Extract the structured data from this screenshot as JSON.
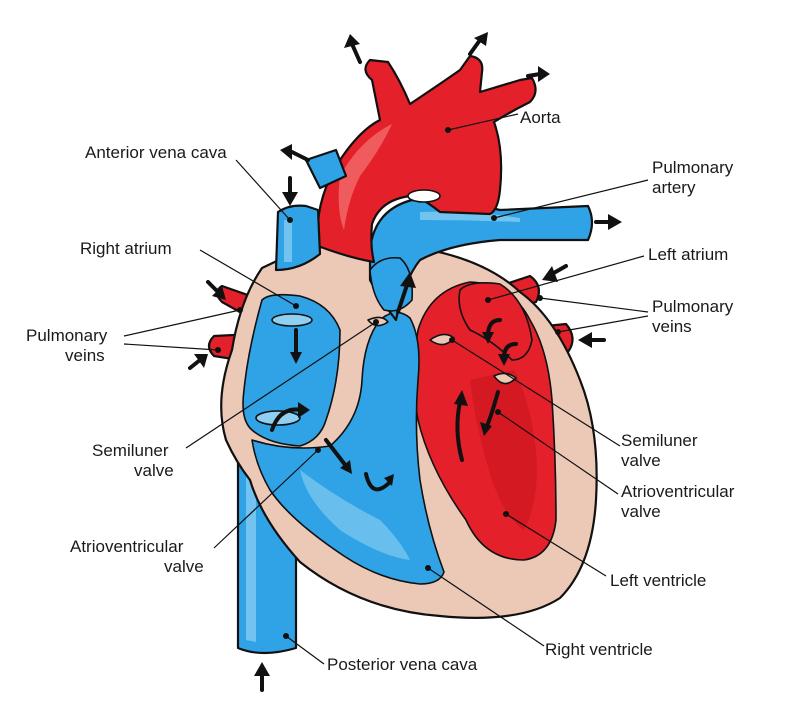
{
  "labels": {
    "aorta": "Aorta",
    "anterior_vena_cava": "Anterior vena cava",
    "pulmonary_artery": [
      "Pulmonary",
      "artery"
    ],
    "right_atrium": "Right atrium",
    "left_atrium": "Left atrium",
    "pulmonary_veins_left": [
      "Pulmonary",
      "veins"
    ],
    "pulmonary_veins_right": [
      "Pulmonary",
      "veins"
    ],
    "semiluner_valve_left": [
      "Semiluner",
      "valve"
    ],
    "semiluner_valve_right": [
      "Semiluner",
      "valve"
    ],
    "atrioventricular_valve_left": [
      "Atrioventricular",
      "valve"
    ],
    "atrioventricular_valve_right": [
      "Atrioventricular",
      "valve"
    ],
    "left_ventricle": "Left ventricle",
    "right_ventricle": "Right ventricle",
    "posterior_vena_cava": "Posterior vena cava"
  },
  "colors": {
    "oxygenated": "#e4202a",
    "oxygenated_light": "#f26b6b",
    "deoxygenated": "#2fa3e6",
    "deoxygenated_light": "#8fd0f2",
    "muscle": "#ecc9b7",
    "outline": "#111111"
  }
}
